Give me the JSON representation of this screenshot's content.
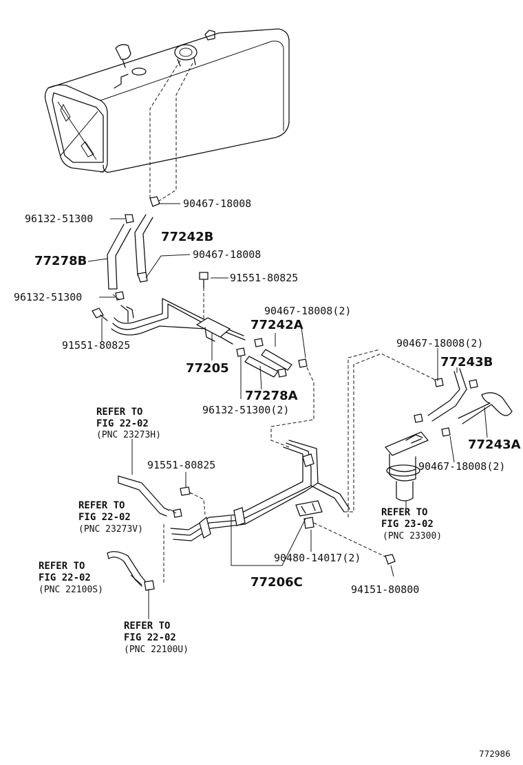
{
  "labels": {
    "clip_90467_top": "90467-18008",
    "clamp_96132_top": "96132-51300",
    "hose_77242B": "77242B",
    "hose_77278B": "77278B",
    "clip_90467_mid": "90467-18008",
    "bolt_91551_top": "91551-80825",
    "clamp_96132_mid": "96132-51300",
    "clip_90467_2_a": "90467-18008(2)",
    "hose_77242A": "77242A",
    "bolt_91551_left": "91551-80825",
    "bracket_77205": "77205",
    "hose_77278A": "77278A",
    "clamp_96132_2": "96132-51300(2)",
    "clip_90467_2_b": "90467-18008(2)",
    "hose_77243B": "77243B",
    "hose_77243A": "77243A",
    "clip_90467_2_c": "90467-18008(2)",
    "bolt_91551_low": "91551-80825",
    "clamp_90480": "90480-14017(2)",
    "pipe_77206C": "77206C",
    "nut_94151": "94151-80800"
  },
  "refs": {
    "r1": {
      "line1": "REFER TO",
      "line2": "FIG 22-02",
      "pnc": "(PNC 23273H)"
    },
    "r2": {
      "line1": "REFER TO",
      "line2": "FIG 22-02",
      "pnc": "(PNC 23273V)"
    },
    "r3": {
      "line1": "REFER TO",
      "line2": "FIG 22-02",
      "pnc": "(PNC 22100S)"
    },
    "r4": {
      "line1": "REFER TO",
      "line2": "FIG 22-02",
      "pnc": "(PNC 22100U)"
    },
    "r5": {
      "line1": "REFER TO",
      "line2": "FIG 23-02",
      "pnc": "(PNC 23300)"
    }
  },
  "diagram_code": "772986"
}
